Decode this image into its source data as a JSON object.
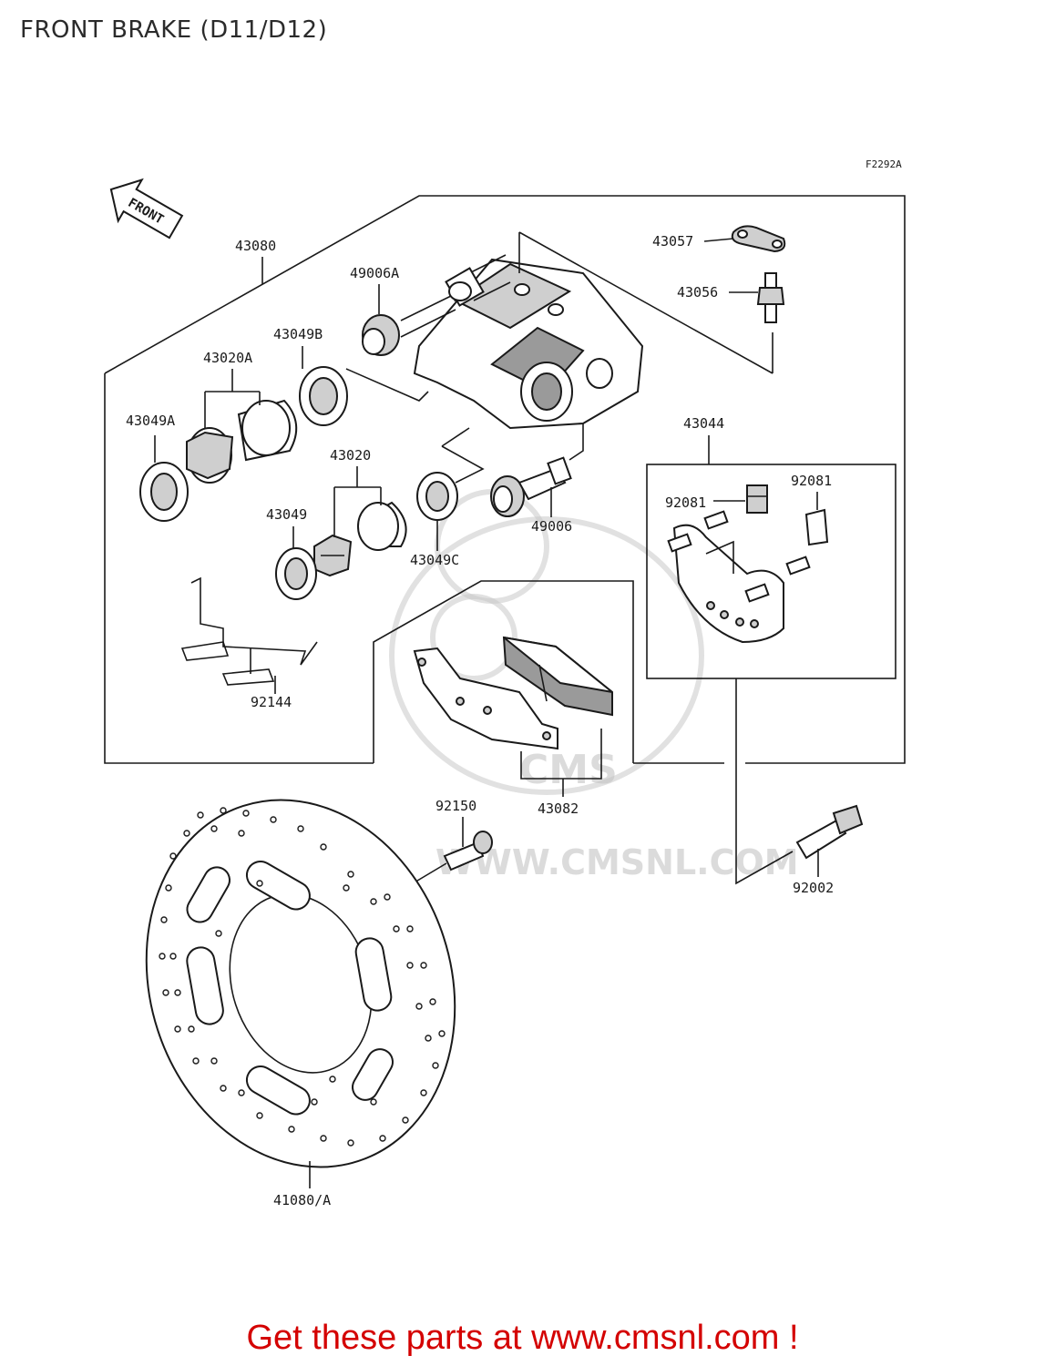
{
  "page": {
    "title": "FRONT BRAKE (D11/D12)",
    "figure_code": "F2292A",
    "front_marker": "FRONT",
    "watermark_text": "WWW.CMSNL.COM",
    "watermark_logo": "CMS",
    "footer": "Get these parts at www.cmsnl.com !"
  },
  "colors": {
    "footer": "#d40000",
    "line": "#1a1a1a",
    "watermark": "#c8c8c8"
  },
  "parts": {
    "p43080": "43080",
    "p43057": "43057",
    "p43056": "43056",
    "p49006A": "49006A",
    "p43049B": "43049B",
    "p43020A": "43020A",
    "p43049A": "43049A",
    "p43020": "43020",
    "p43049": "43049",
    "p43049C": "43049C",
    "p49006": "49006",
    "p43044": "43044",
    "p92081a": "92081",
    "p92081b": "92081",
    "p92144": "92144",
    "p92150": "92150",
    "p43082": "43082",
    "p92002": "92002",
    "p41080A": "41080/A"
  }
}
